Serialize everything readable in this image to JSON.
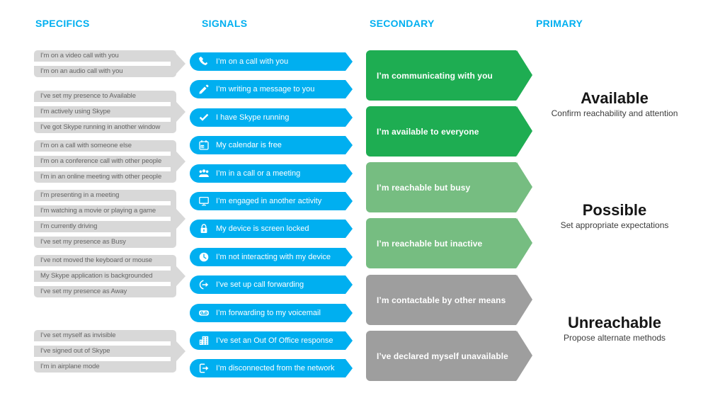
{
  "columns": {
    "specifics": "SPECIFICS",
    "signals": "SIGNALS",
    "secondary": "SECONDARY",
    "primary": "PRIMARY"
  },
  "colors": {
    "skype_blue": "#00AFF0",
    "green_bright": "#1EAD52",
    "green_light": "#76BD81",
    "gray_state": "#9E9E9E",
    "gray_bubble": "#D8D8D8"
  },
  "specifics_groups": [
    {
      "items": [
        "I’m on a video call with you",
        "I’m on an audio call with you"
      ]
    },
    {
      "items": [
        "I’ve set my presence to Available",
        "I’m actively using Skype",
        "I’ve got Skype running in another window"
      ]
    },
    {
      "items": [
        "I’m on a call with someone else",
        "I’m on a conference call with other people",
        "I’m in an online meeting with other people"
      ]
    },
    {
      "items": [
        "I’m presenting in a meeting",
        "I’m watching a movie or playing a game",
        "I’m currently driving",
        "I’ve set my presence as Busy"
      ]
    },
    {
      "items": [
        "I’ve not moved the keyboard or mouse",
        "My Skype application is backgrounded",
        "I’ve set my presence as Away"
      ]
    },
    {
      "items": [
        "I’ve set myself as invisible",
        "I’ve signed out of Skype",
        "I’m in airplane mode"
      ]
    }
  ],
  "signals": [
    {
      "icon": "phone-icon",
      "label": "I’m on a call with you"
    },
    {
      "icon": "pencil-icon",
      "label": "I’m writing a message to you"
    },
    {
      "icon": "check-icon",
      "label": "I have Skype running"
    },
    {
      "icon": "calendar-icon",
      "label": "My calendar is free"
    },
    {
      "icon": "people-icon",
      "label": "I’m in a call or a meeting"
    },
    {
      "icon": "monitor-icon",
      "label": "I’m engaged in another activity"
    },
    {
      "icon": "lock-icon",
      "label": "My device is screen locked"
    },
    {
      "icon": "clock-icon",
      "label": "I’m not interacting with my device"
    },
    {
      "icon": "call-forward-icon",
      "label": "I’ve set up call forwarding"
    },
    {
      "icon": "voicemail-icon",
      "label": "I’m forwarding to my voicemail"
    },
    {
      "icon": "building-icon",
      "label": "I’ve set an Out Of Office response"
    },
    {
      "icon": "sign-out-icon",
      "label": "I’m disconnected from the network"
    }
  ],
  "secondary": [
    {
      "label": "I’m communicating with you",
      "tone": "green_bright"
    },
    {
      "label": "I’m available to everyone",
      "tone": "green_bright"
    },
    {
      "label": "I’m reachable but busy",
      "tone": "green_light"
    },
    {
      "label": "I’m reachable but inactive",
      "tone": "green_light"
    },
    {
      "label": "I’m contactable by other means",
      "tone": "gray_state"
    },
    {
      "label": "I’ve declared myself unavailable",
      "tone": "gray_state"
    }
  ],
  "primary": [
    {
      "title": "Available",
      "subtitle": "Confirm reachability and attention"
    },
    {
      "title": "Possible",
      "subtitle": "Set appropriate expectations"
    },
    {
      "title": "Unreachable",
      "subtitle": "Propose alternate methods"
    }
  ]
}
